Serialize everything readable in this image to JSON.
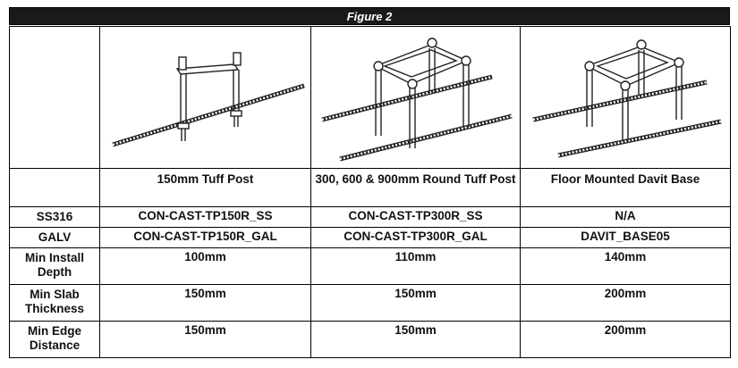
{
  "figure_title": "Figure 2",
  "products": [
    {
      "name": "150mm Tuff Post",
      "image_icon": "tuff-post-150-illustration"
    },
    {
      "name": "300, 600 & 900mm Round Tuff Post",
      "image_icon": "round-tuff-post-illustration"
    },
    {
      "name": "Floor Mounted Davit Base",
      "image_icon": "davit-base-illustration"
    }
  ],
  "rows": [
    {
      "label": "SS316",
      "values": [
        "CON-CAST-TP150R_SS",
        "CON-CAST-TP300R_SS",
        "N/A"
      ]
    },
    {
      "label": "GALV",
      "values": [
        "CON-CAST-TP150R_GAL",
        "CON-CAST-TP300R_GAL",
        "DAVIT_BASE05"
      ]
    },
    {
      "label": "Min Install Depth",
      "values": [
        "100mm",
        "110mm",
        "140mm"
      ]
    },
    {
      "label": "Min Slab Thickness",
      "values": [
        "150mm",
        "150mm",
        "200mm"
      ]
    },
    {
      "label": "Min Edge Distance",
      "values": [
        "150mm",
        "150mm",
        "200mm"
      ]
    }
  ]
}
